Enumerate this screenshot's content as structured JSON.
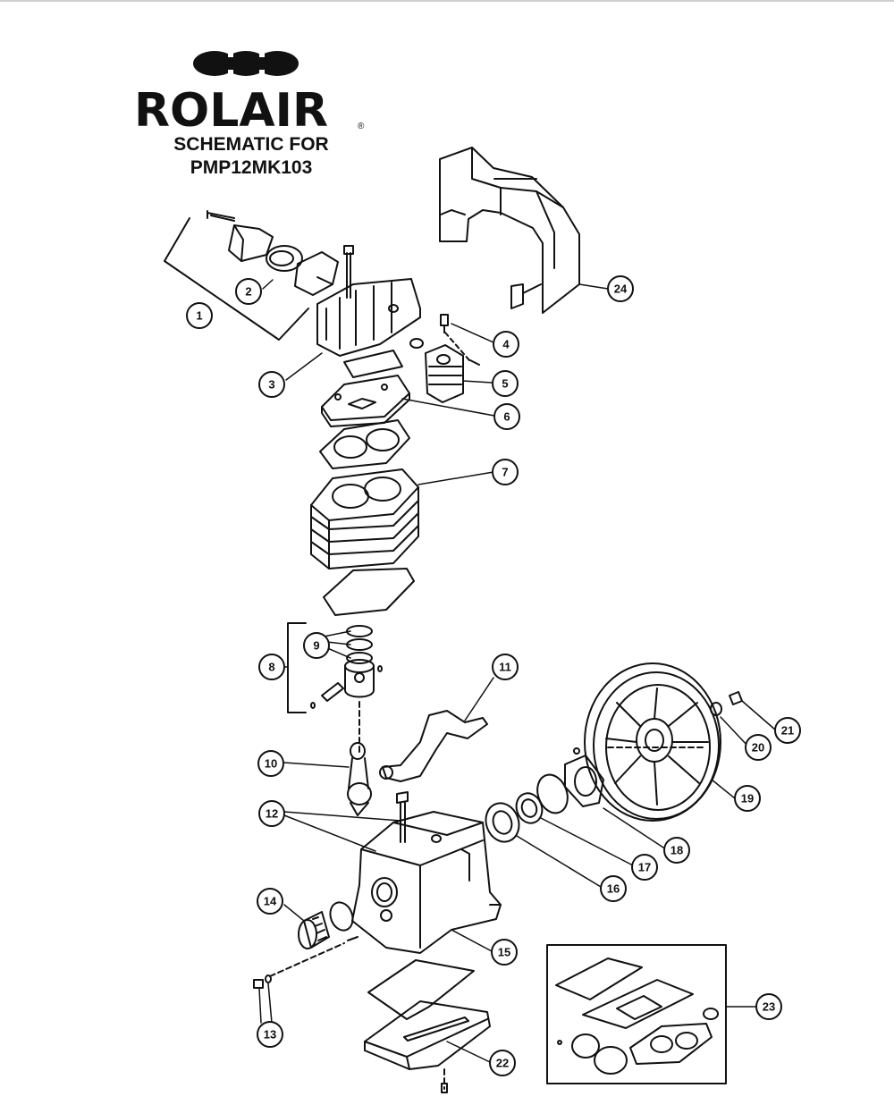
{
  "header": {
    "brand": "ROLAIR",
    "registered_mark": "®",
    "title_line1": "SCHEMATIC FOR",
    "title_line2": "PMP12MK103"
  },
  "callouts": [
    "1",
    "2",
    "3",
    "4",
    "5",
    "6",
    "7",
    "8",
    "9",
    "10",
    "11",
    "12",
    "13",
    "14",
    "15",
    "16",
    "17",
    "18",
    "19",
    "20",
    "21",
    "22",
    "23",
    "24"
  ],
  "colors": {
    "ink": "#111111",
    "background": "#ffffff"
  }
}
